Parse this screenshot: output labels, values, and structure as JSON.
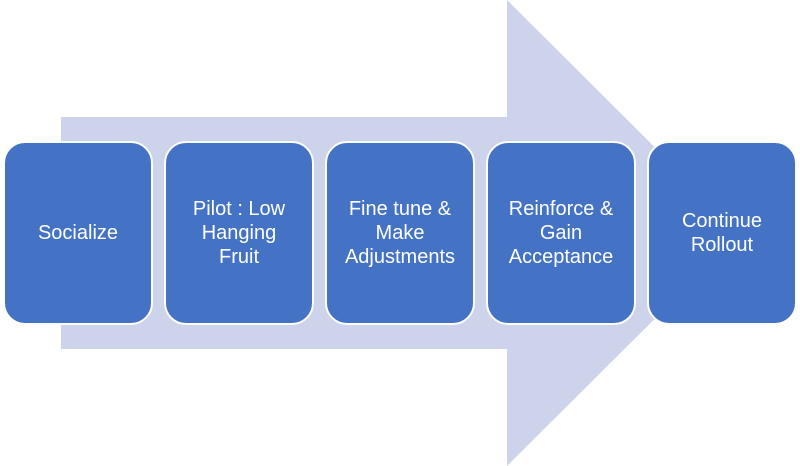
{
  "diagram": {
    "type": "process-arrow",
    "direction": "right",
    "colors": {
      "arrow_fill": "#CDD3EA",
      "step_fill": "#4472C4",
      "step_border": "#FDFDFD",
      "step_text": "#FFFFFF",
      "background": "#FFFFFF"
    },
    "steps": [
      {
        "label": "Socialize",
        "lines": [
          "Socialize"
        ]
      },
      {
        "label": "Pilot : Low Hanging Fruit",
        "lines": [
          "Pilot : Low",
          "Hanging",
          "Fruit"
        ]
      },
      {
        "label": "Fine tune & Make Adjustments",
        "lines": [
          "Fine tune &",
          "Make",
          "Adjustments"
        ]
      },
      {
        "label": "Reinforce & Gain Acceptance",
        "lines": [
          "Reinforce &",
          "Gain",
          "Acceptance"
        ]
      },
      {
        "label": "Continue Rollout",
        "lines": [
          "Continue",
          "Rollout"
        ]
      }
    ]
  }
}
